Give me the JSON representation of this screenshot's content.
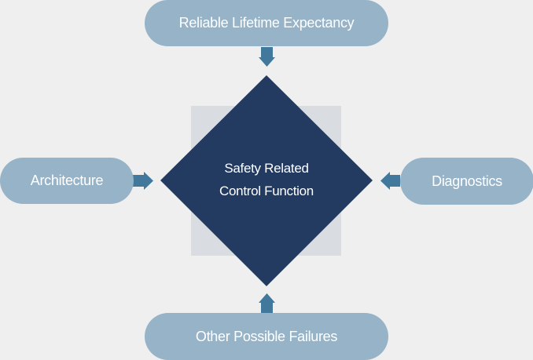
{
  "diagram": {
    "title": "Safety Related Control Function",
    "center": {
      "lines": [
        "Safety Related",
        "Control Function"
      ]
    },
    "inputs": {
      "top": "Reliable Lifetime Expectancy",
      "left": "Architecture",
      "right": "Diagnostics",
      "bottom": "Other Possible Failures"
    },
    "arrows": [
      {
        "from": "Reliable Lifetime Expectancy",
        "to": "Safety Related Control Function",
        "direction": "down"
      },
      {
        "from": "Architecture",
        "to": "Safety Related Control Function",
        "direction": "right"
      },
      {
        "from": "Diagnostics",
        "to": "Safety Related Control Function",
        "direction": "left"
      },
      {
        "from": "Other Possible Failures",
        "to": "Safety Related Control Function",
        "direction": "up"
      }
    ]
  },
  "colors": {
    "background": "#efefef",
    "pill": "#96b3c8",
    "diamond": "#233b61",
    "arrow": "#41789b",
    "back_square": "#d9dde1",
    "text": "#ffffff"
  }
}
